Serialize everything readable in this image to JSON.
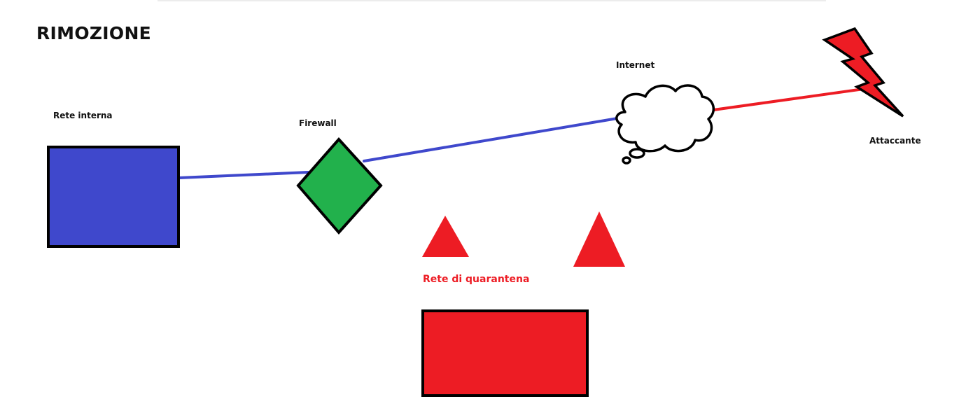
{
  "title": "RIMOZIONE",
  "labels": {
    "internal_network": "Rete interna",
    "firewall": "Firewall",
    "internet": "Internet",
    "attacker": "Attaccante",
    "quarantine_network": "Rete di quarantena"
  },
  "colors": {
    "internal_network": "#3f48cc",
    "firewall": "#22b14c",
    "attacker": "#ed1c24",
    "quarantine": "#ed1c24",
    "trusted_link": "#3f48cc",
    "attack_link": "#ed1c24",
    "outline": "#000000"
  },
  "icons": {
    "attacker": "lightning-bolt-icon",
    "internet": "cloud-icon",
    "quarantine_markers": "warning-triangle-icon"
  }
}
